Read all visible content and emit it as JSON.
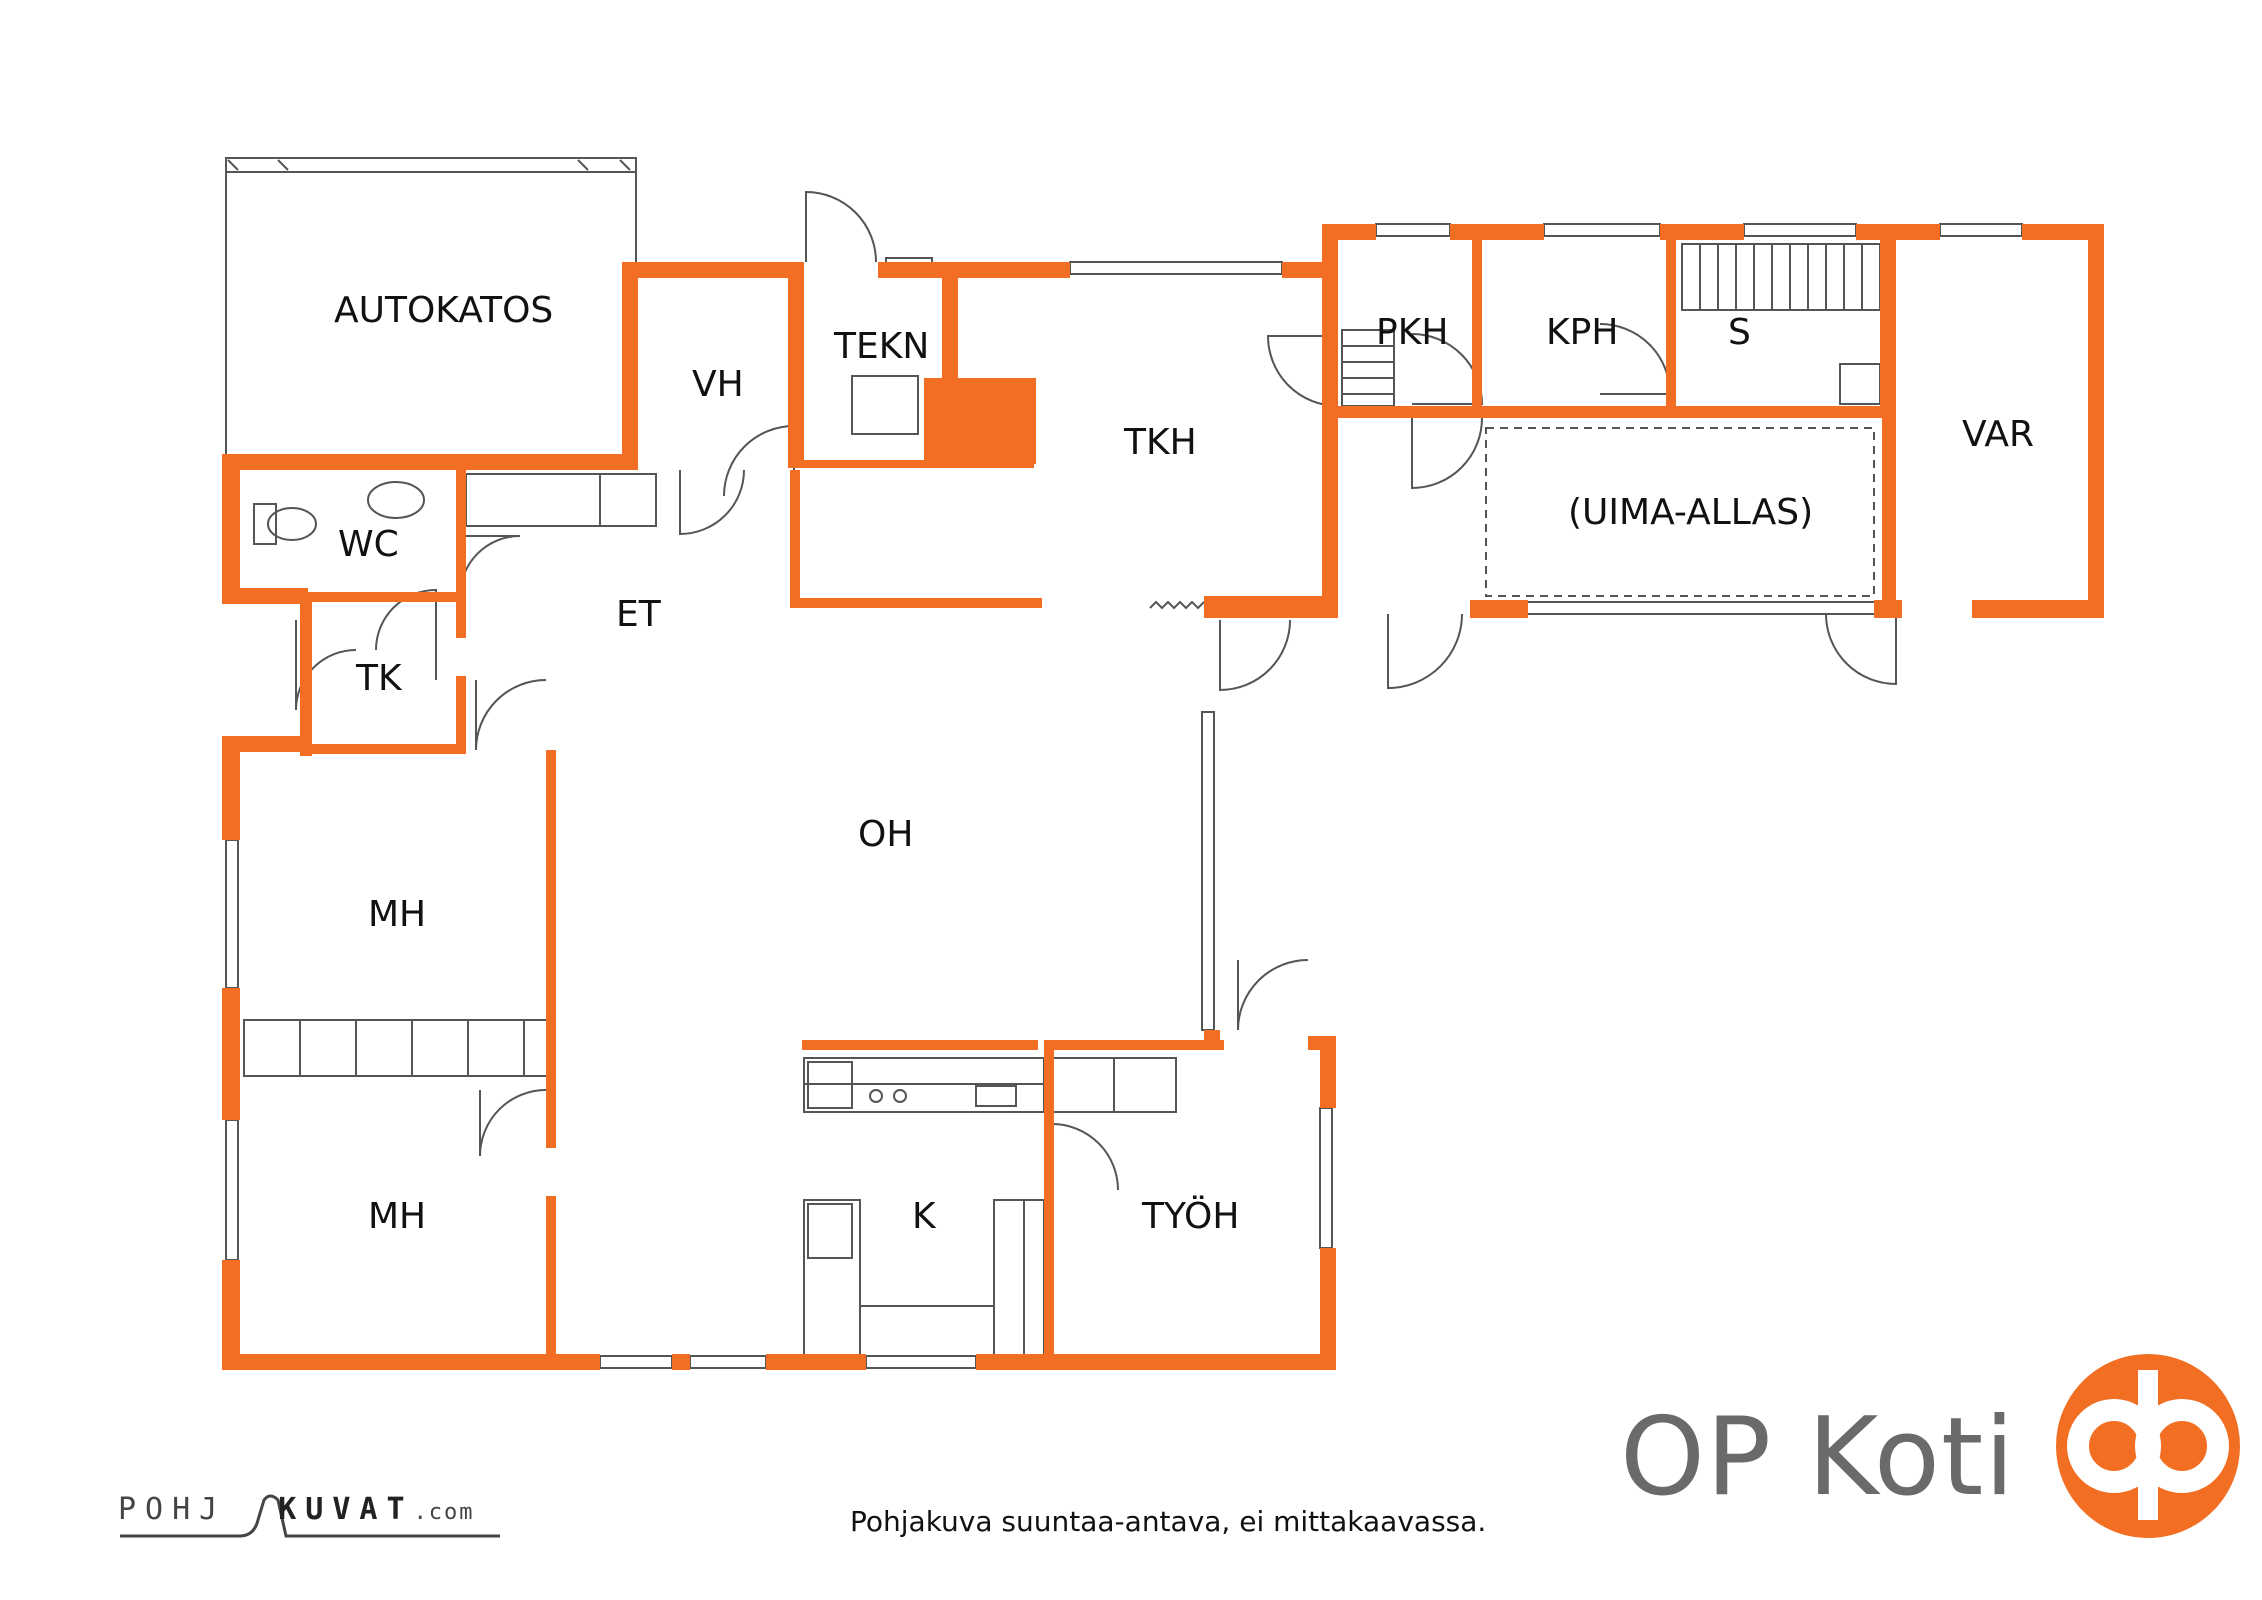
{
  "rooms": {
    "autokatos": "AUTOKATOS",
    "vh": "VH",
    "tekn": "TEKN",
    "tkh": "TKH",
    "pkh": "PKH",
    "kph": "KPH",
    "s": "S",
    "var": "VAR",
    "uima_allas": "(UIMA-ALLAS)",
    "wc": "WC",
    "et": "ET",
    "tk": "TK",
    "oh": "OH",
    "mh_upper": "MH",
    "mh_lower": "MH",
    "k": "K",
    "tyoh": "TYÖH"
  },
  "brand": {
    "name": "OP Koti",
    "color": "#F26E22"
  },
  "footer": {
    "disclaimer": "Pohjakuva suuntaa-antava, ei mittakaavassa.",
    "credit_left": "POHJ",
    "credit_right": "KUVAT",
    "credit_domain": ".com"
  },
  "colors": {
    "wall": "#F26E22",
    "line": "#555555"
  }
}
